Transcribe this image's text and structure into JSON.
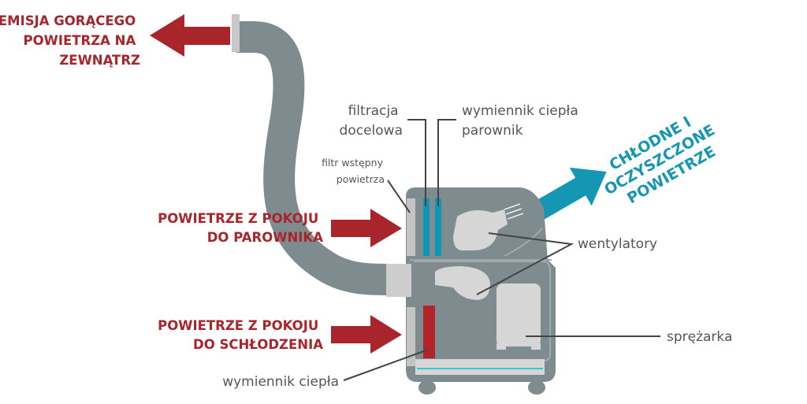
{
  "labels": {
    "hot_air_out": [
      "EMISJA GORĄCEGO",
      "POWIETRZA NA",
      "ZEWNĄTRZ"
    ],
    "room_air_evaporator": [
      "POWIETRZE Z POKOJU",
      "DO PAROWNIKA"
    ],
    "room_air_cooling": [
      "POWIETRZE Z POKOJU",
      "DO SCHŁODZENIA"
    ],
    "cool_clean_air": [
      "CHŁODNE I",
      "OCZYSZCZONE",
      "POWIETRZE"
    ],
    "final_filtration": [
      "filtracja",
      "docelowa"
    ],
    "evaporator_exchanger": [
      "wymiennik ciepła",
      "parownik"
    ],
    "pre_filter": [
      "filtr wstępny",
      "powietrza"
    ],
    "fans": "wentylatory",
    "compressor": "sprężarka",
    "heat_exchanger": "wymiennik ciepła"
  },
  "colors": {
    "hot": "#a8262b",
    "cool": "#1597b3",
    "body": "#7f8c8f",
    "parts": "#d6d6d6"
  }
}
